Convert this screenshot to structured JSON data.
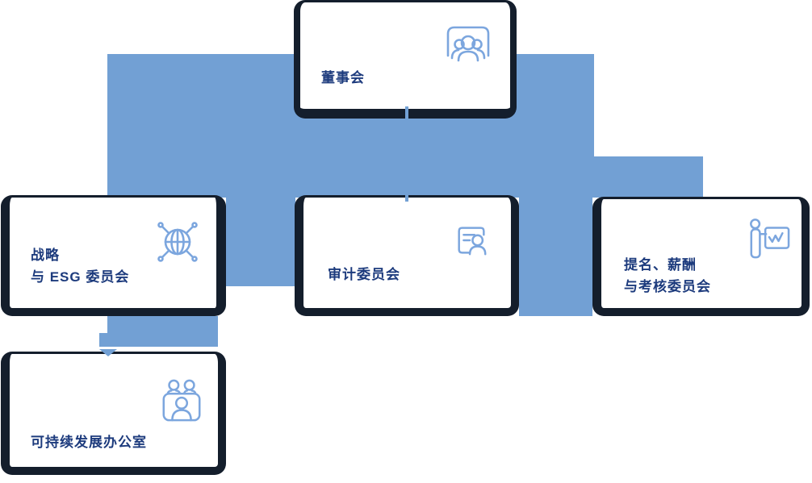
{
  "diagram": {
    "type": "org-chart",
    "nodes": {
      "board": {
        "title": "董事会",
        "icon": "board-people-icon"
      },
      "strategy_esg": {
        "line1": "战略",
        "line2": "与 ESG 委员会",
        "icon": "globe-network-icon"
      },
      "audit": {
        "title": "审计委员会",
        "icon": "document-person-icon"
      },
      "nomination": {
        "line1": "提名、薪酬",
        "line2": "与考核委员会",
        "icon": "presenter-chart-icon"
      },
      "sustainability_office": {
        "title": "可持续发展办公室",
        "icon": "meeting-people-icon"
      }
    },
    "colors": {
      "connector_blue": "#72A0D4",
      "card_border_navy": "#141E2C",
      "label_navy": "#1D3B7D",
      "icon_blue": "#7CA6DE",
      "card_background": "#FFFFFF",
      "page_background": "#FFFFFF"
    }
  }
}
